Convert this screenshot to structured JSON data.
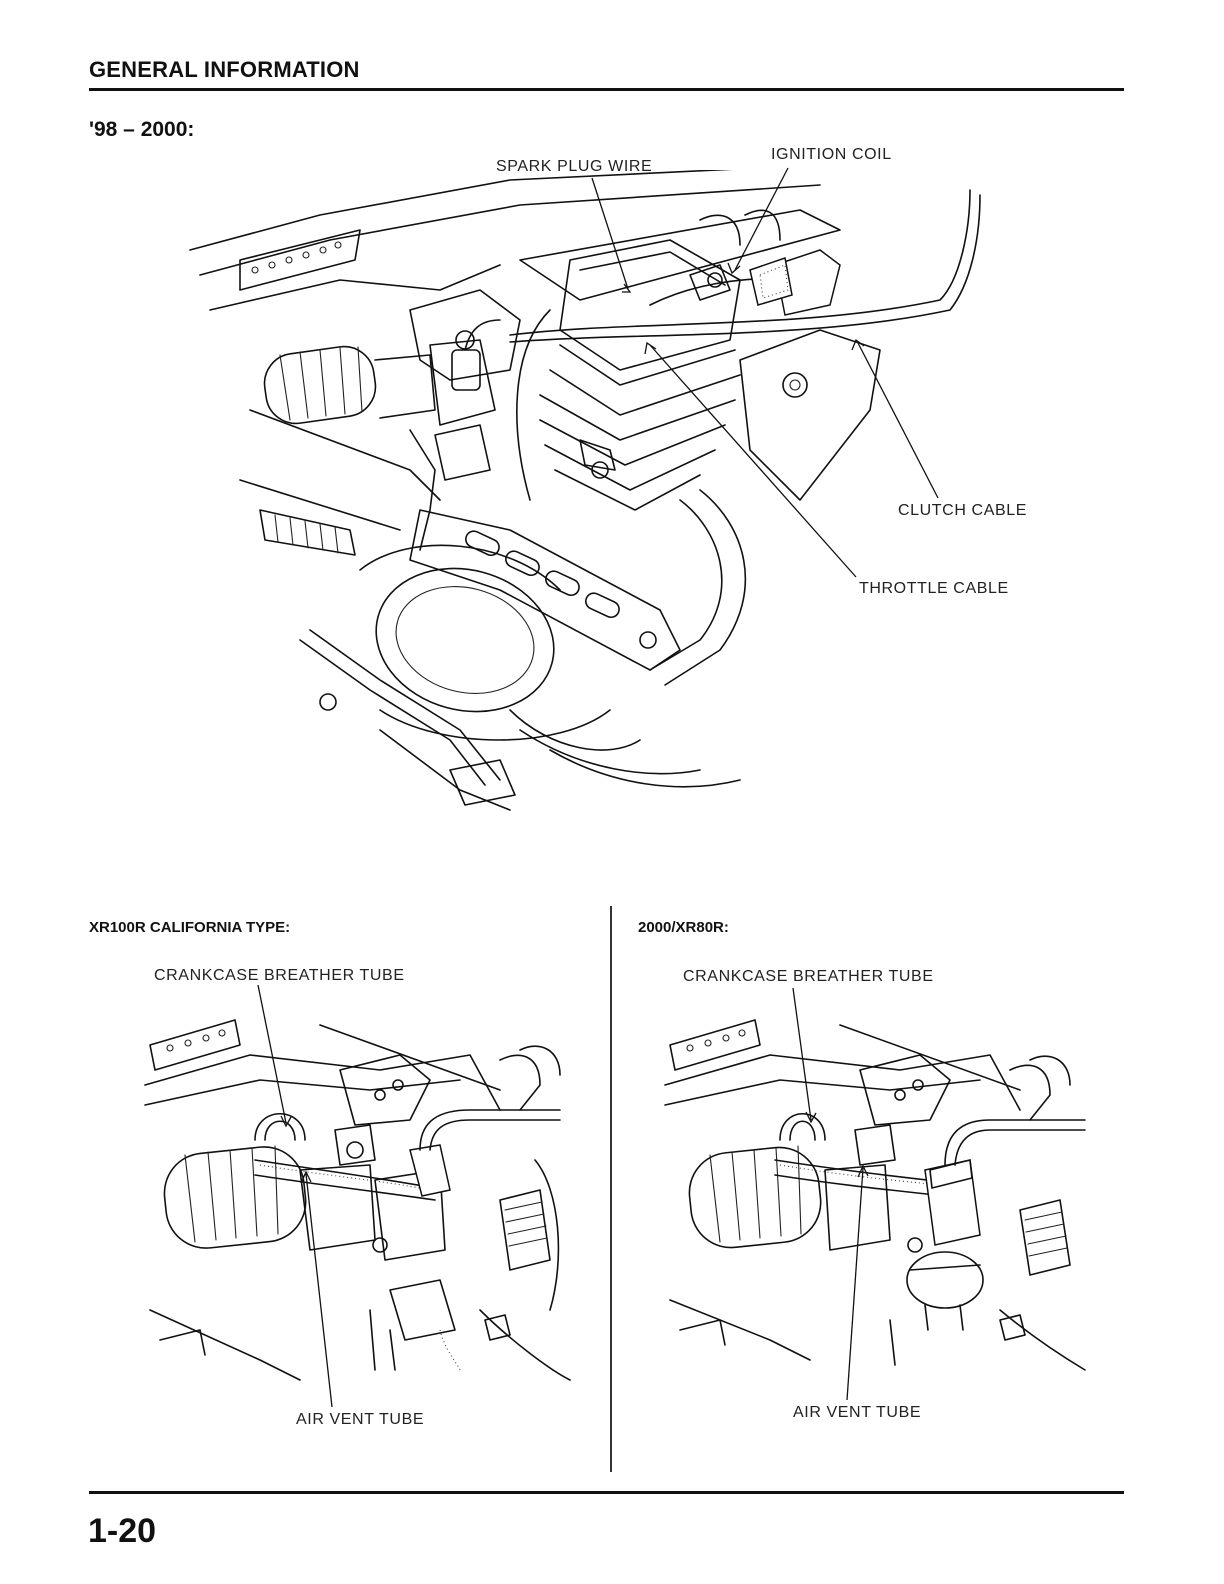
{
  "header": {
    "title": "GENERAL INFORMATION"
  },
  "main_figure": {
    "title": "'98 – 2000:",
    "callouts": {
      "spark_plug_wire": "SPARK PLUG WIRE",
      "ignition_coil": "IGNITION COIL",
      "clutch_cable": "CLUTCH CABLE",
      "throttle_cable": "THROTTLE CABLE"
    }
  },
  "left_figure": {
    "title": "XR100R CALIFORNIA TYPE:",
    "callouts": {
      "crankcase_breather_tube": "CRANKCASE BREATHER TUBE",
      "air_vent_tube": "AIR VENT TUBE"
    }
  },
  "right_figure": {
    "title": "2000/XR80R:",
    "callouts": {
      "crankcase_breather_tube": "CRANKCASE BREATHER TUBE",
      "air_vent_tube": "AIR VENT TUBE"
    }
  },
  "footer": {
    "page_number": "1-20"
  }
}
